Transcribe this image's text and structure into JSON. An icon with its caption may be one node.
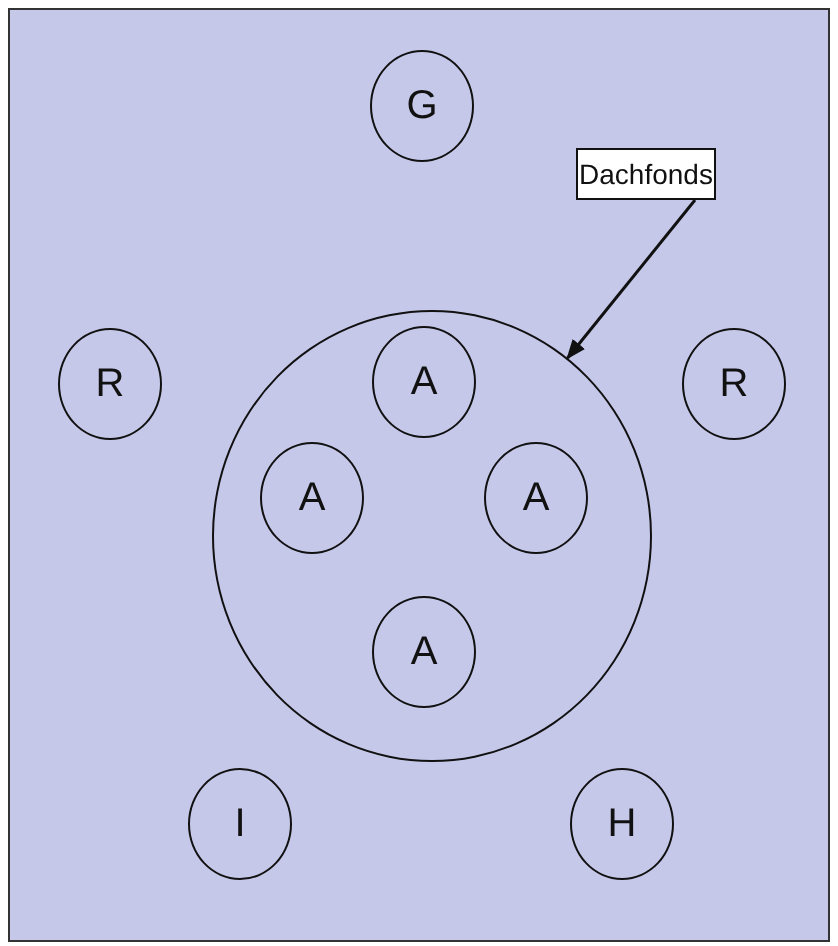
{
  "diagram": {
    "nodes": [
      {
        "text": [
          "G"
        ]
      },
      {
        "text": [
          "Dachfonds"
        ]
      },
      {
        "text": [
          "R"
        ]
      },
      {
        "text": [],
        "shape": "circle"
      },
      {
        "text": [
          "A"
        ],
        "in": 3
      },
      {
        "text": [
          "A"
        ],
        "in": 3
      },
      {
        "text": [
          "A"
        ],
        "in": 3
      },
      {
        "text": [
          "A"
        ],
        "in": 3
      },
      {
        "text": [
          "R"
        ]
      },
      {
        "text": [
          "I"
        ]
      },
      {
        "text": [
          "H"
        ]
      }
    ],
    "edges": [
      {
        "from": 1,
        "to": 3,
        "arrow": "to"
      }
    ]
  }
}
